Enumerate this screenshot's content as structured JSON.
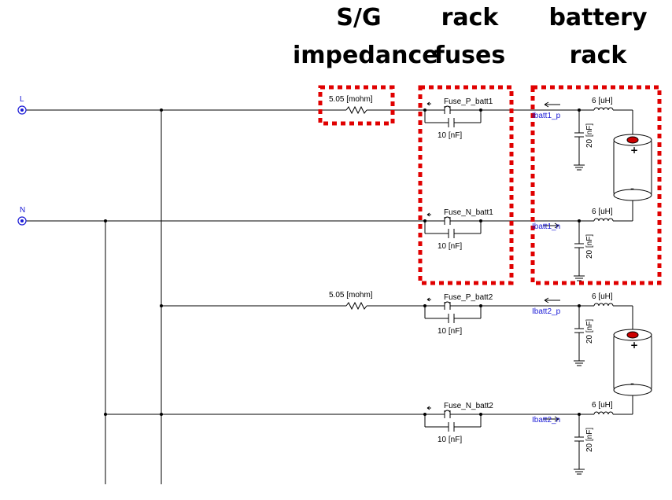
{
  "headers": [
    {
      "id": "sg",
      "line1": "S/G",
      "line2": "impedance"
    },
    {
      "id": "rack_fuses",
      "line1": "rack",
      "line2": "fuses"
    },
    {
      "id": "battery_rack",
      "line1": "battery",
      "line2": "rack"
    }
  ],
  "nodes": {
    "L": "L",
    "N": "N"
  },
  "impedance_label": "5.05 [mohm]",
  "capacitor_label": "10 [nF]",
  "shunt_cap_label": "20 [nF]",
  "inductor_label": "6 [uH]",
  "battery_pos": "+",
  "battery_neg": "-",
  "fuses": [
    {
      "name": "Fuse_P_batt1",
      "meter": "Ibatt1_p"
    },
    {
      "name": "Fuse_N_batt1",
      "meter": "Ibatt1_n"
    },
    {
      "name": "Fuse_P_batt2",
      "meter": "Ibatt2_p"
    },
    {
      "name": "Fuse_N_batt2",
      "meter": "Ibatt2_n"
    }
  ],
  "colors": {
    "wire": "#000000",
    "highlight": "#e00000",
    "meter": "#1a1ad6",
    "node": "#1a1ad6",
    "battery_cap": "#cc0000"
  }
}
